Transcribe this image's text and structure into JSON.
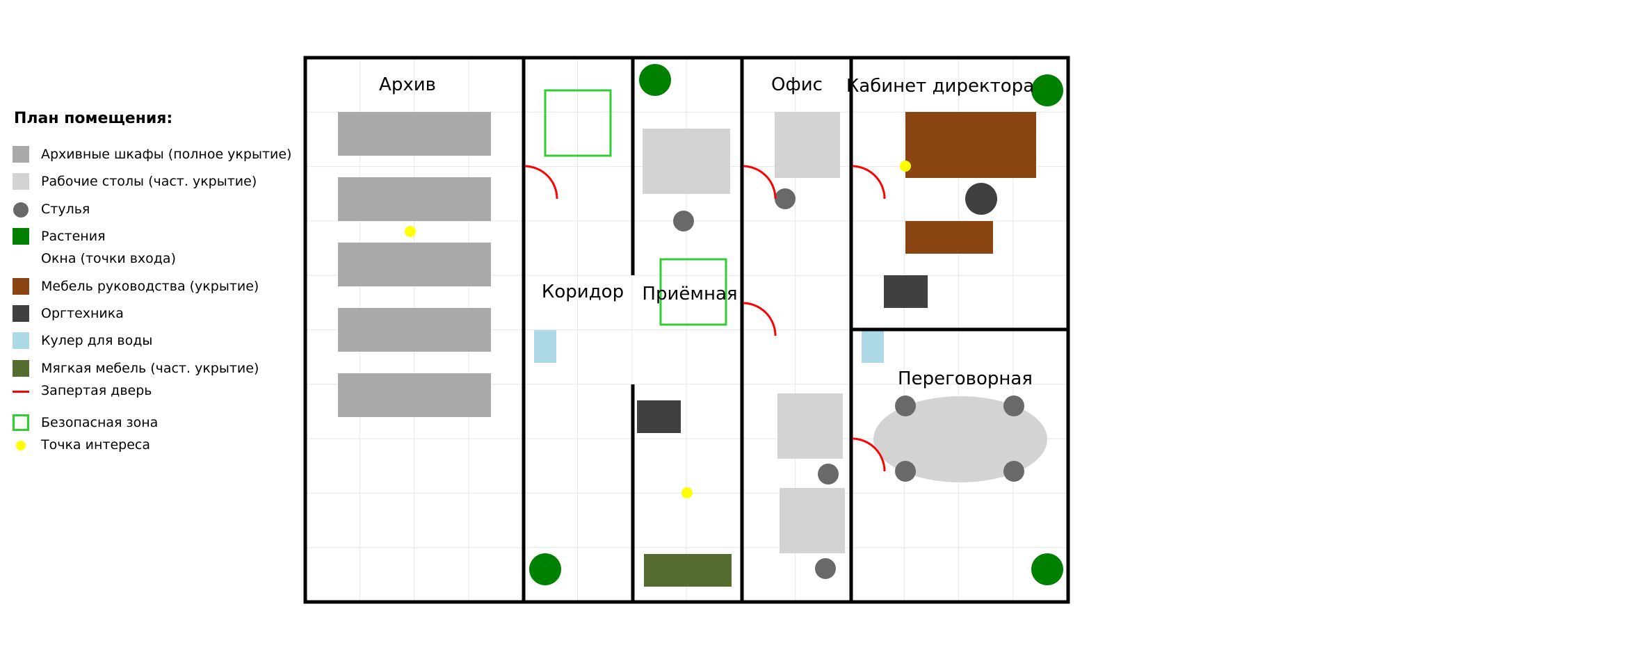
{
  "legend": {
    "title": "План помещения:",
    "items": [
      {
        "label": "Архивные шкафы (полное укрытие)",
        "color": "#a9a9a9",
        "shape": "square"
      },
      {
        "label": "Рабочие столы (част. укрытие)",
        "color": "#d3d3d3",
        "shape": "square"
      },
      {
        "label": "Стулья",
        "color": "#696969",
        "shape": "circle"
      },
      {
        "label": "Растения",
        "color": "#008000",
        "shape": "square"
      },
      {
        "label": "Окна (точки входа)",
        "color": "#ffffff",
        "shape": "none"
      },
      {
        "label": "Мебель руководства (укрытие)",
        "color": "#8b4513",
        "shape": "square"
      },
      {
        "label": "Оргтехника",
        "color": "#404040",
        "shape": "square"
      },
      {
        "label": "Кулер для воды",
        "color": "#add8e6",
        "shape": "square"
      },
      {
        "label": "Мягкая мебель (част. укрытие)",
        "color": "#556b2f",
        "shape": "square"
      },
      {
        "label": "Запертая дверь",
        "color": "#ff0000",
        "shape": "line"
      },
      {
        "label": "Безопасная зона",
        "color": "#32cd32",
        "shape": "outline"
      },
      {
        "label": "Точка интереса",
        "color": "#ffff00",
        "shape": "dot"
      }
    ]
  },
  "rooms": {
    "archive": "Архив",
    "corridor": "Коридор",
    "reception": "Приёмная",
    "office": "Офис",
    "director": "Кабинет директора",
    "meeting": "Переговорная"
  },
  "colors": {
    "wall": "#000000",
    "grid": "#e6e6e6",
    "cabinet": "#a9a9a9",
    "desk": "#d3d3d3",
    "chair": "#696969",
    "plant": "#008000",
    "executive": "#8b4513",
    "equipment": "#404040",
    "cooler": "#add8e6",
    "soft": "#556b2f",
    "door": "#ff0000",
    "safe": "#32cd32",
    "poi": "#ffff00"
  }
}
